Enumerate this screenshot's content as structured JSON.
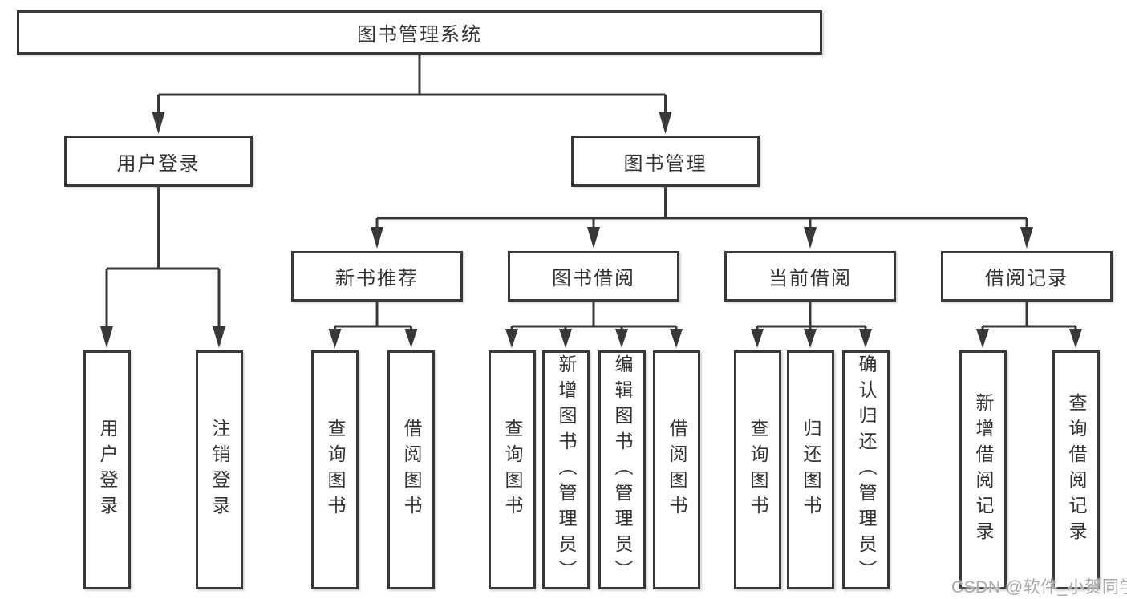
{
  "diagram": {
    "tree": {
      "label": "图书管理系统",
      "children": [
        {
          "label": "用户登录",
          "children": [
            {
              "label": "用户登录"
            },
            {
              "label": "注销登录"
            }
          ]
        },
        {
          "label": "图书管理",
          "children": [
            {
              "label": "新书推荐",
              "children": [
                {
                  "label": "查询图书"
                },
                {
                  "label": "借阅图书"
                }
              ]
            },
            {
              "label": "图书借阅",
              "children": [
                {
                  "label": "查询图书"
                },
                {
                  "label": "新增图书（管理员）"
                },
                {
                  "label": "编辑图书（管理员）"
                },
                {
                  "label": "借阅图书"
                }
              ]
            },
            {
              "label": "当前借阅",
              "children": [
                {
                  "label": "查询图书"
                },
                {
                  "label": "归还图书"
                },
                {
                  "label": "确认归还（管理员）"
                }
              ]
            },
            {
              "label": "借阅记录",
              "children": [
                {
                  "label": "新增借阅记录"
                },
                {
                  "label": "查询借阅记录"
                }
              ]
            }
          ]
        }
      ]
    },
    "colors": {
      "line": "#383838",
      "box_border": "#383838",
      "box_background": "#ffffff",
      "text": "#333333",
      "watermark": "#a8a8a8"
    },
    "watermark": "CSDN @软件_小贺同学"
  }
}
